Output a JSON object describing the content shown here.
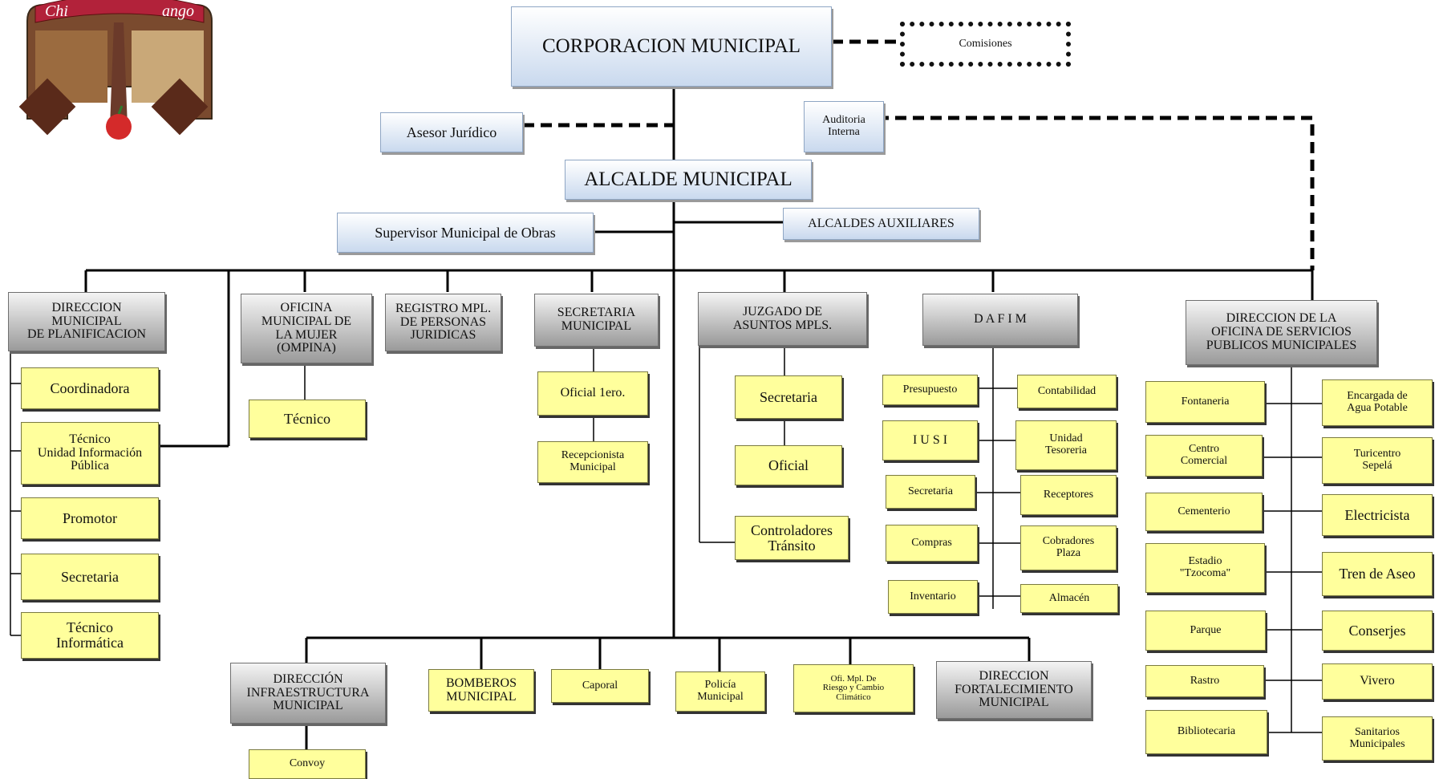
{
  "logo": {
    "text": "Chichicastenango",
    "alt_words": [
      "Chi",
      "ango"
    ]
  },
  "top": {
    "corporacion": "CORPORACION MUNICIPAL",
    "comisiones": "Comisiones",
    "asesor": "Asesor Jurídico",
    "auditoria": "Auditoria\nInterna",
    "alcalde": "ALCALDE MUNICIPAL",
    "supervisor": "Supervisor Municipal de Obras",
    "auxiliares": "ALCALDES AUXILIARES"
  },
  "planificacion": {
    "title": "DIRECCION\nMUNICIPAL\nDE PLANIFICACION",
    "items": [
      "Coordinadora",
      "Técnico\nUnidad Información\nPública",
      "Promotor",
      "Secretaria",
      "Técnico\nInformática"
    ]
  },
  "ompina": {
    "title": "OFICINA\nMUNICIPAL DE\nLA MUJER\n(OMPINA)",
    "items": [
      "Técnico"
    ]
  },
  "registro": {
    "title": "REGISTRO MPL.\nDE PERSONAS\nJURIDICAS"
  },
  "secretaria_mun": {
    "title": "SECRETARIA\nMUNICIPAL",
    "items": [
      "Oficial 1ero.",
      "Recepcionista\nMunicipal"
    ]
  },
  "juzgado": {
    "title": "JUZGADO DE\nASUNTOS MPLS.",
    "items": [
      "Secretaria",
      "Oficial",
      "Controladores\nTránsito"
    ]
  },
  "dafim": {
    "title": "D A F I M",
    "left_items": [
      "Presupuesto",
      "I U S I",
      "Secretaria",
      "Compras",
      "Inventario"
    ],
    "right_items": [
      "Contabilidad",
      "Unidad\nTesoreria",
      "Receptores",
      "Cobradores\nPlaza",
      "Almacén"
    ]
  },
  "servicios": {
    "title": "DIRECCION DE LA\nOFICINA DE SERVICIOS\nPUBLICOS MUNICIPALES",
    "left_items": [
      "Fontaneria",
      "Centro\nComercial",
      "Cementerio",
      "Estadio\n\"Tzocoma\"",
      "Parque",
      "Rastro",
      "Bibliotecaria"
    ],
    "right_items": [
      "Encargada de\nAgua Potable",
      "Turicentro\nSepelá",
      "Electricista",
      "Tren de Aseo",
      "Conserjes",
      "Vivero",
      "Sanitarios\nMunicipales"
    ]
  },
  "bottom": {
    "infraestructura": "DIRECCIÓN\nINFRAESTRUCTURA\nMUNICIPAL",
    "convoy": "Convoy",
    "bomberos": "BOMBEROS\nMUNICIPAL",
    "caporal": "Caporal",
    "policia": "Policía\nMunicipal",
    "riesgo": "Ofi. Mpl. De\nRiesgo y Cambio\nClimático",
    "fortalecimiento": "DIRECCION\nFORTALECIMIENTO\nMUNICIPAL"
  },
  "colors": {
    "blue_top": "#ffffff",
    "blue_bottom": "#c9d9ee",
    "gray_bottom": "#9a9a9a",
    "yellow": "#ffff9c"
  }
}
